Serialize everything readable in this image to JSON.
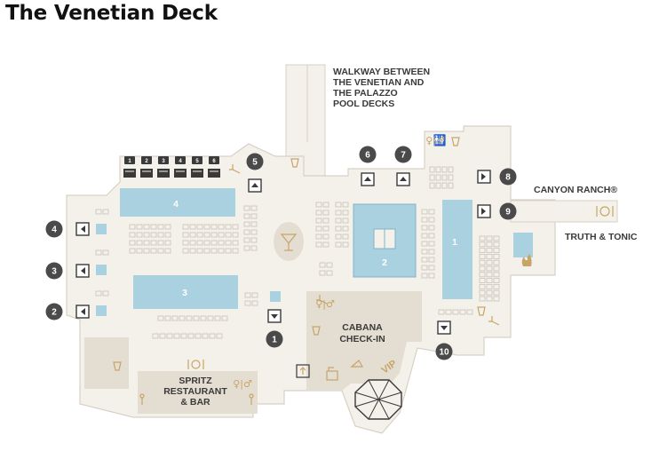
{
  "title": "The Venetian Deck",
  "labels": {
    "walkway": [
      "WALKWAY BETWEEN",
      "THE VENETIAN AND",
      "THE PALAZZO",
      "POOL DECKS"
    ],
    "canyon_ranch": "CANYON RANCH®",
    "truth_tonic": "TRUTH & TONIC",
    "cabana_checkin": [
      "CABANA",
      "CHECK-IN"
    ],
    "spritz": [
      "SPRITZ",
      "RESTAURANT",
      "& BAR"
    ],
    "vip": "VIP"
  },
  "pools": [
    "1",
    "2",
    "3",
    "4"
  ],
  "cabana_markers": [
    "1",
    "2",
    "3",
    "4",
    "5",
    "6"
  ],
  "entrances": [
    "1",
    "2",
    "3",
    "4",
    "5",
    "6",
    "7",
    "8",
    "9",
    "10"
  ],
  "colors": {
    "floor": "#f4f0ea",
    "outline": "#d7d1c6",
    "pool": "#a9d1e0",
    "tan": "#e4ddd2",
    "marker": "#4a4a4a",
    "gold": "#c7a567"
  },
  "icons": [
    "restroom-icon",
    "cocktail-icon",
    "restaurant-icon",
    "lounger-icon",
    "towel-icon",
    "bar-icon",
    "vip-icon",
    "gazebo-icon",
    "fire-pit-icon"
  ]
}
